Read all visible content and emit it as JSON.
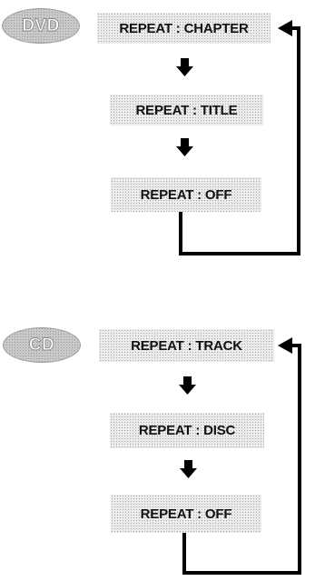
{
  "dvd_section": {
    "badge": "DVD",
    "states": [
      {
        "label": "REPEAT : CHAPTER"
      },
      {
        "label": "REPEAT : TITLE"
      },
      {
        "label": "REPEAT : OFF"
      }
    ]
  },
  "cd_section": {
    "badge": "CD",
    "states": [
      {
        "label": "REPEAT : TRACK"
      },
      {
        "label": "REPEAT : DISC"
      },
      {
        "label": "REPEAT : OFF"
      }
    ]
  }
}
